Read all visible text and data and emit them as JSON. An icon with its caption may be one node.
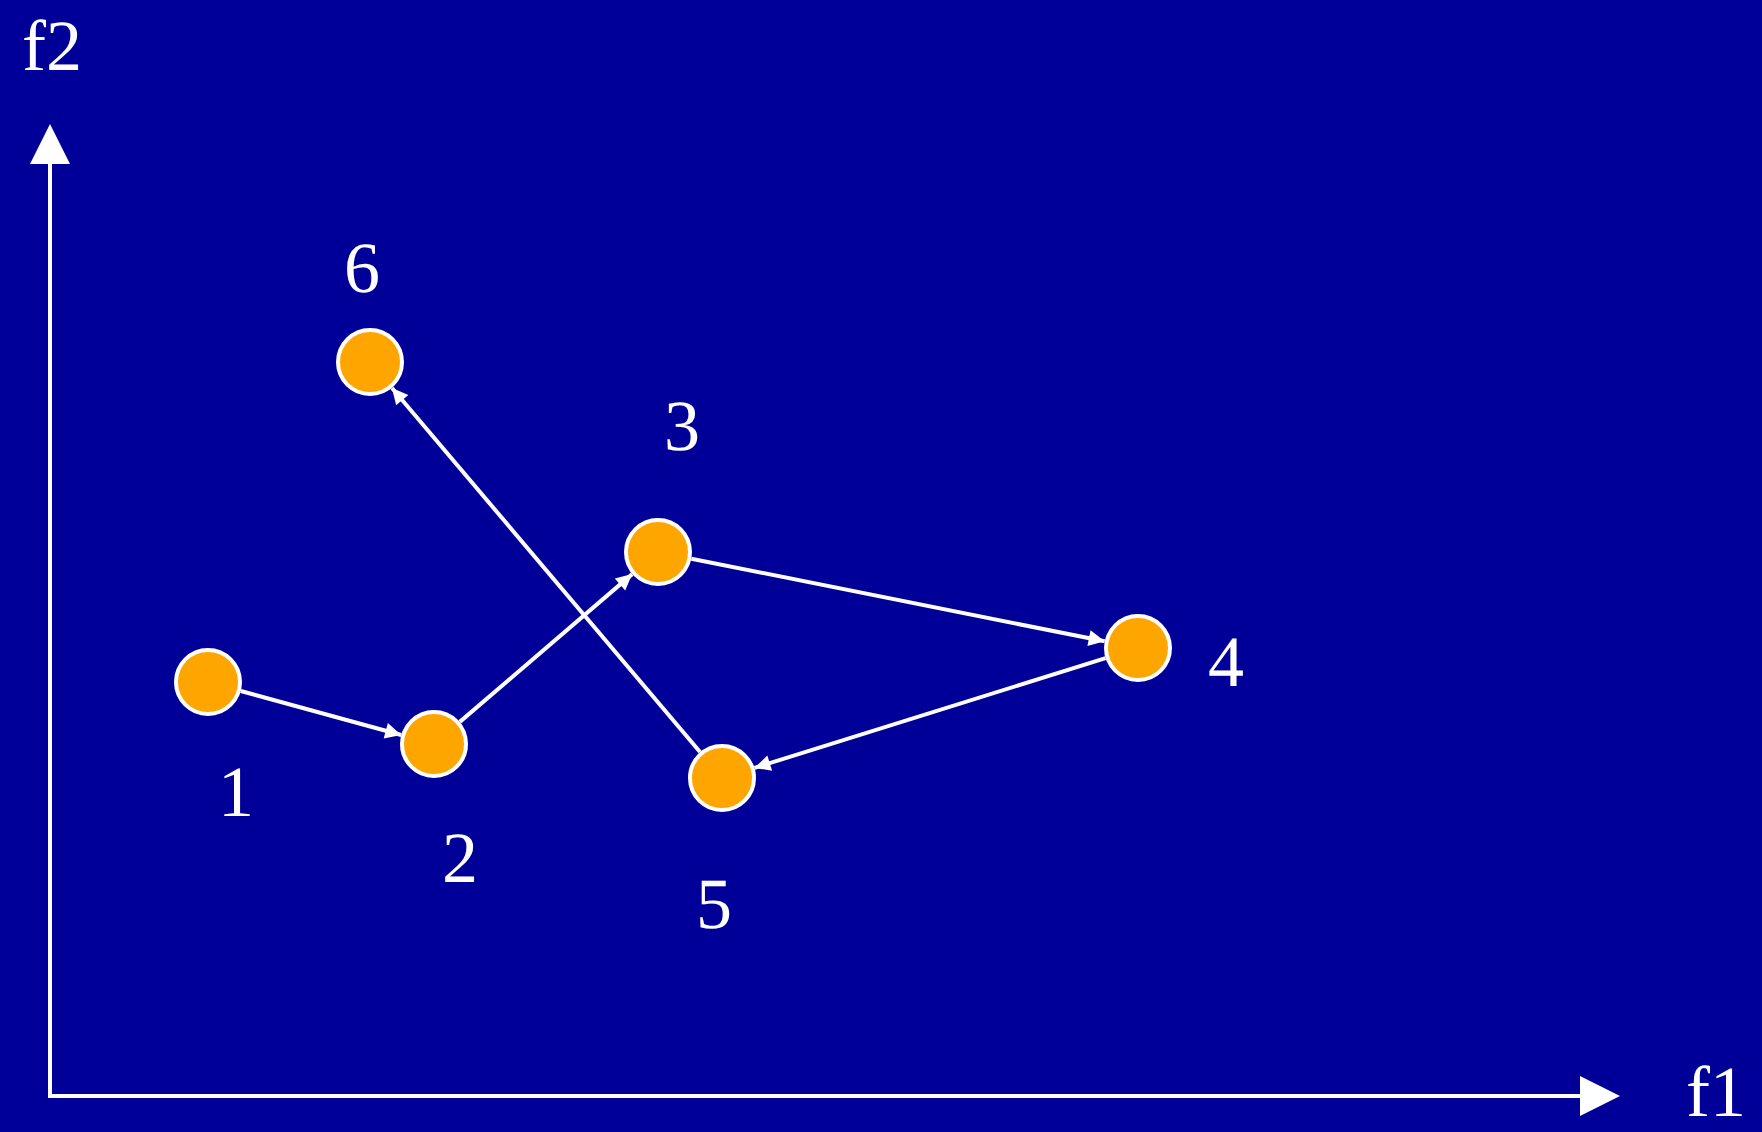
{
  "diagram": {
    "nodes": [
      {
        "text": [],
        "shape": "circle",
        "beside": [
          "1"
        ]
      },
      {
        "text": [],
        "shape": "circle",
        "beside": [
          "2"
        ]
      },
      {
        "text": [],
        "shape": "circle",
        "beside": [
          "3"
        ]
      },
      {
        "text": [],
        "shape": "circle",
        "beside": [
          "4"
        ]
      },
      {
        "text": [],
        "shape": "circle",
        "beside": [
          "5"
        ]
      },
      {
        "text": [],
        "shape": "circle",
        "beside": [
          "6"
        ]
      }
    ],
    "edges": [
      {
        "from": 0,
        "to": 1,
        "arrow": "to"
      },
      {
        "from": 1,
        "to": 2,
        "arrow": "to"
      },
      {
        "from": 2,
        "to": 3,
        "arrow": "to"
      },
      {
        "from": 3,
        "to": 4,
        "arrow": "to"
      },
      {
        "from": 4,
        "to": 5,
        "arrow": "to"
      }
    ],
    "labels": [
      "f2",
      "f1"
    ]
  }
}
